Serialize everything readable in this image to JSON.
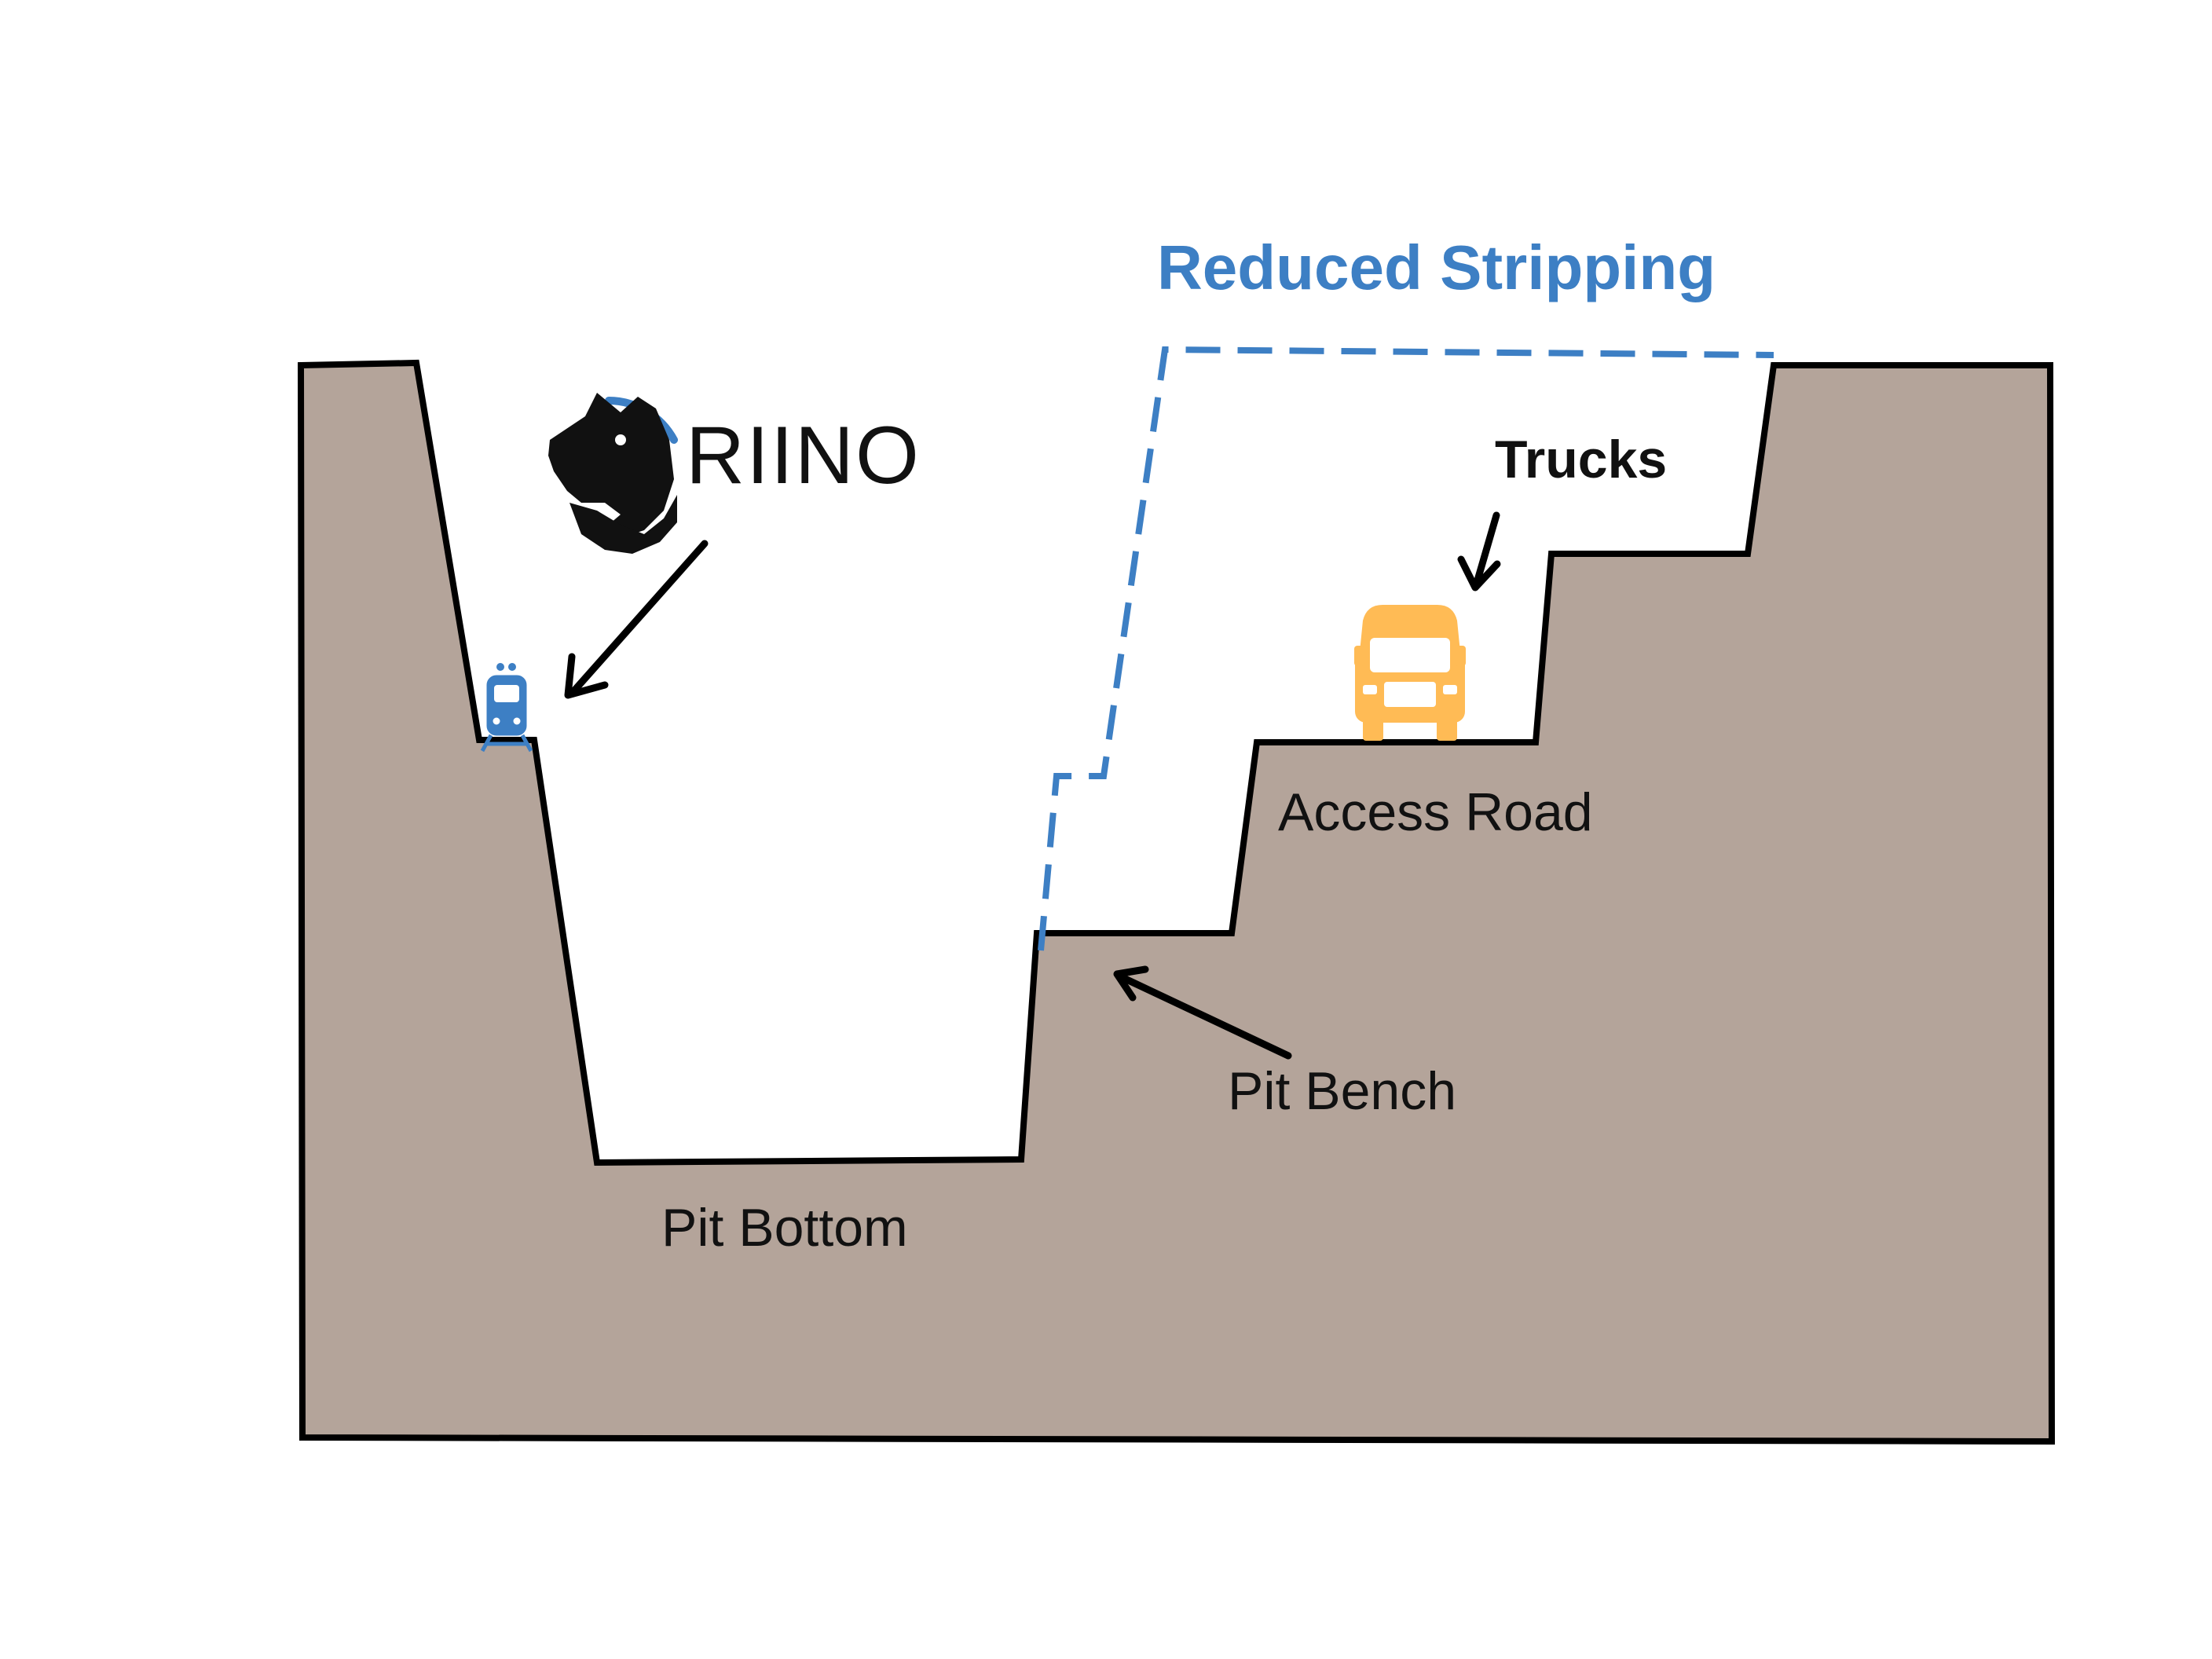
{
  "title": "Reduced Stripping",
  "logo": {
    "text": "RIINO",
    "icon": "rhino-head-icon"
  },
  "labels": {
    "trucks": "Trucks",
    "access_road": "Access Road",
    "pit_bench": "Pit Bench",
    "pit_bottom": "Pit Bottom"
  },
  "icons": {
    "train": "train-icon",
    "truck": "truck-icon"
  },
  "colors": {
    "ground": "#b4a49a",
    "outline": "#000000",
    "accent_blue": "#3d7fc4",
    "truck": "#ffbb55",
    "train": "#3d7fc4"
  }
}
